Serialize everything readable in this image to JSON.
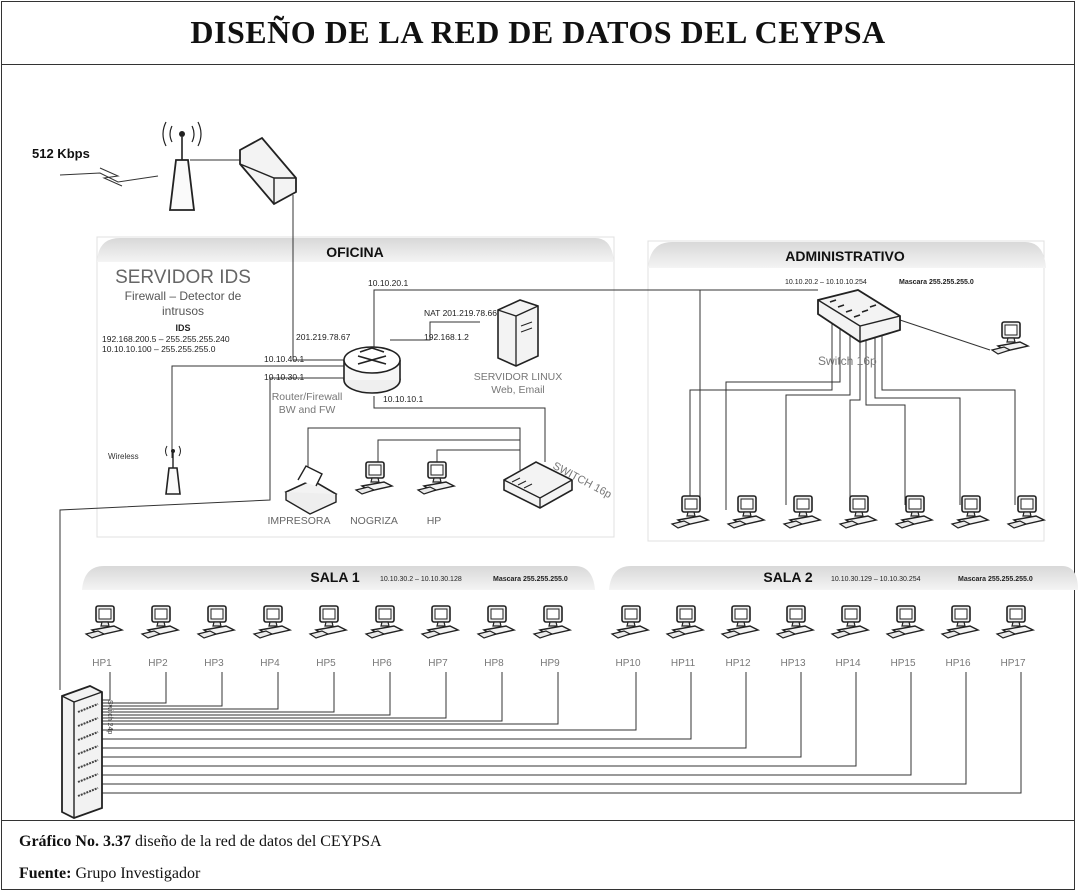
{
  "title": "DISEÑO DE LA RED DE DATOS DEL CEYPSA",
  "internet": {
    "bandwidth": "512 Kbps"
  },
  "oficina": {
    "label": "OFICINA",
    "ids_server": {
      "title": "SERVIDOR IDS",
      "subtitle_1": "Firewall – Detector de",
      "subtitle_2": "intrusos",
      "ids_label": "IDS",
      "ip_1": "192.168.200.5 – 255.255.255.240",
      "ip_2": "10.10.10.100 – 255.255.255.0"
    },
    "router": {
      "label_1": "Router/Firewall",
      "label_2": "BW and FW",
      "ip_wan": "201.219.78.67",
      "ip_40": "10.10.40.1",
      "ip_30": "10.10.30.1",
      "ip_20": "10.10.20.1",
      "ip_10": "10.10.10.1"
    },
    "linux_server": {
      "nat": "NAT 201.219.78.66",
      "ip": "192.168.1.2",
      "label_1": "SERVIDOR LINUX",
      "label_2": "Web, Email"
    },
    "wireless": "Wireless",
    "switch": "SWITCH 16p",
    "devices": [
      "IMPRESORA",
      "NOGRIZA",
      "HP"
    ]
  },
  "administrativo": {
    "label": "ADMINISTRATIVO",
    "range": "10.10.20.2 – 10.10.10.254",
    "mask": "Mascara 255.255.255.0",
    "switch": "Switch 16p",
    "pc_count": 7
  },
  "sala1": {
    "label": "SALA 1",
    "range": "10.10.30.2 – 10.10.30.128",
    "mask": "Mascara 255.255.255.0",
    "pcs": [
      "HP1",
      "HP2",
      "HP3",
      "HP4",
      "HP5",
      "HP6",
      "HP7",
      "HP8",
      "HP9"
    ]
  },
  "sala2": {
    "label": "SALA 2",
    "range": "10.10.30.129 – 10.10.30.254",
    "mask": "Mascara 255.255.255.0",
    "pcs": [
      "HP10",
      "HP11",
      "HP12",
      "HP13",
      "HP14",
      "HP15",
      "HP16",
      "HP17"
    ]
  },
  "rack_switch": "Switch 24p",
  "caption": {
    "figure_label": "Gráfico No. 3.37",
    "figure_text": " diseño de la red de datos del CEYPSA",
    "source_label": "Fuente:",
    "source_text": " Grupo Investigador"
  }
}
